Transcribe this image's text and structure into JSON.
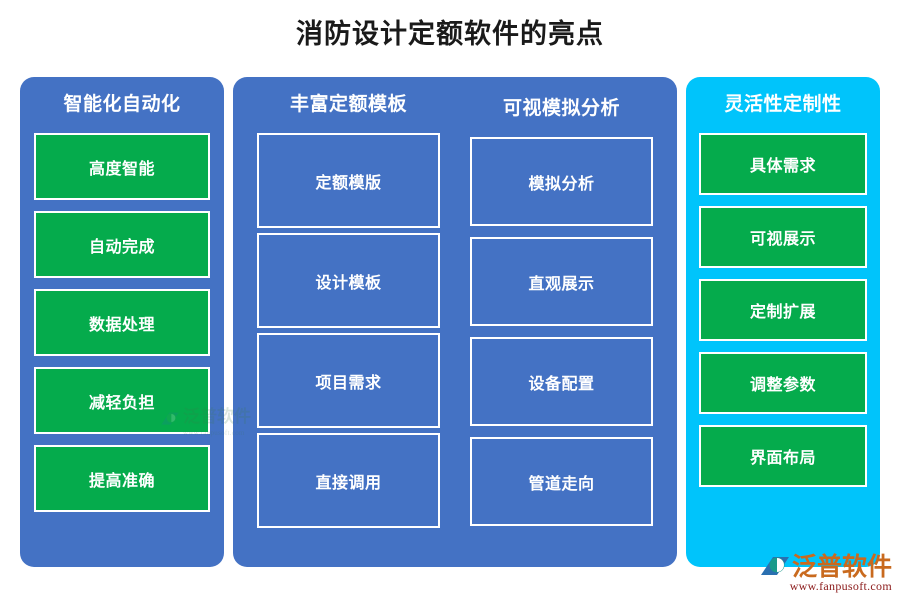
{
  "page": {
    "title": "消防设计定额软件的亮点",
    "background": "#ffffff"
  },
  "colors": {
    "blue_panel": "#4472c4",
    "cyan_panel": "#00c4fb",
    "green_box": "#05ab4c",
    "box_border": "#ffffff",
    "title_text": "#1a1a1a"
  },
  "columns": [
    {
      "id": "intelligent-automation",
      "heading": "智能化自动化",
      "style": "blue-green",
      "items": [
        {
          "label": "高度智能"
        },
        {
          "label": "自动完成"
        },
        {
          "label": "数据处理"
        },
        {
          "label": "减轻负担"
        },
        {
          "label": "提高准确"
        }
      ]
    },
    {
      "id": "rich-quota-template",
      "heading": "丰富定额模板",
      "style": "blue-outline",
      "items": [
        {
          "label": "定额模版"
        },
        {
          "label": "设计模板"
        },
        {
          "label": "项目需求"
        },
        {
          "label": "直接调用"
        }
      ]
    },
    {
      "id": "visual-simulation-analysis",
      "heading": "可视模拟分析",
      "style": "blue-outline",
      "items": [
        {
          "label": "模拟分析"
        },
        {
          "label": "直观展示"
        },
        {
          "label": "设备配置"
        },
        {
          "label": "管道走向"
        }
      ]
    },
    {
      "id": "flexibility-customization",
      "heading": "灵活性定制性",
      "style": "cyan-green",
      "items": [
        {
          "label": "具体需求"
        },
        {
          "label": "可视展示"
        },
        {
          "label": "定制扩展"
        },
        {
          "label": "调整参数"
        },
        {
          "label": "界面布局"
        }
      ]
    }
  ],
  "brand": {
    "name": "泛普软件",
    "url": "www.fanpusoft.com",
    "mark_icon": "fanpu-swoosh-logo-icon"
  }
}
